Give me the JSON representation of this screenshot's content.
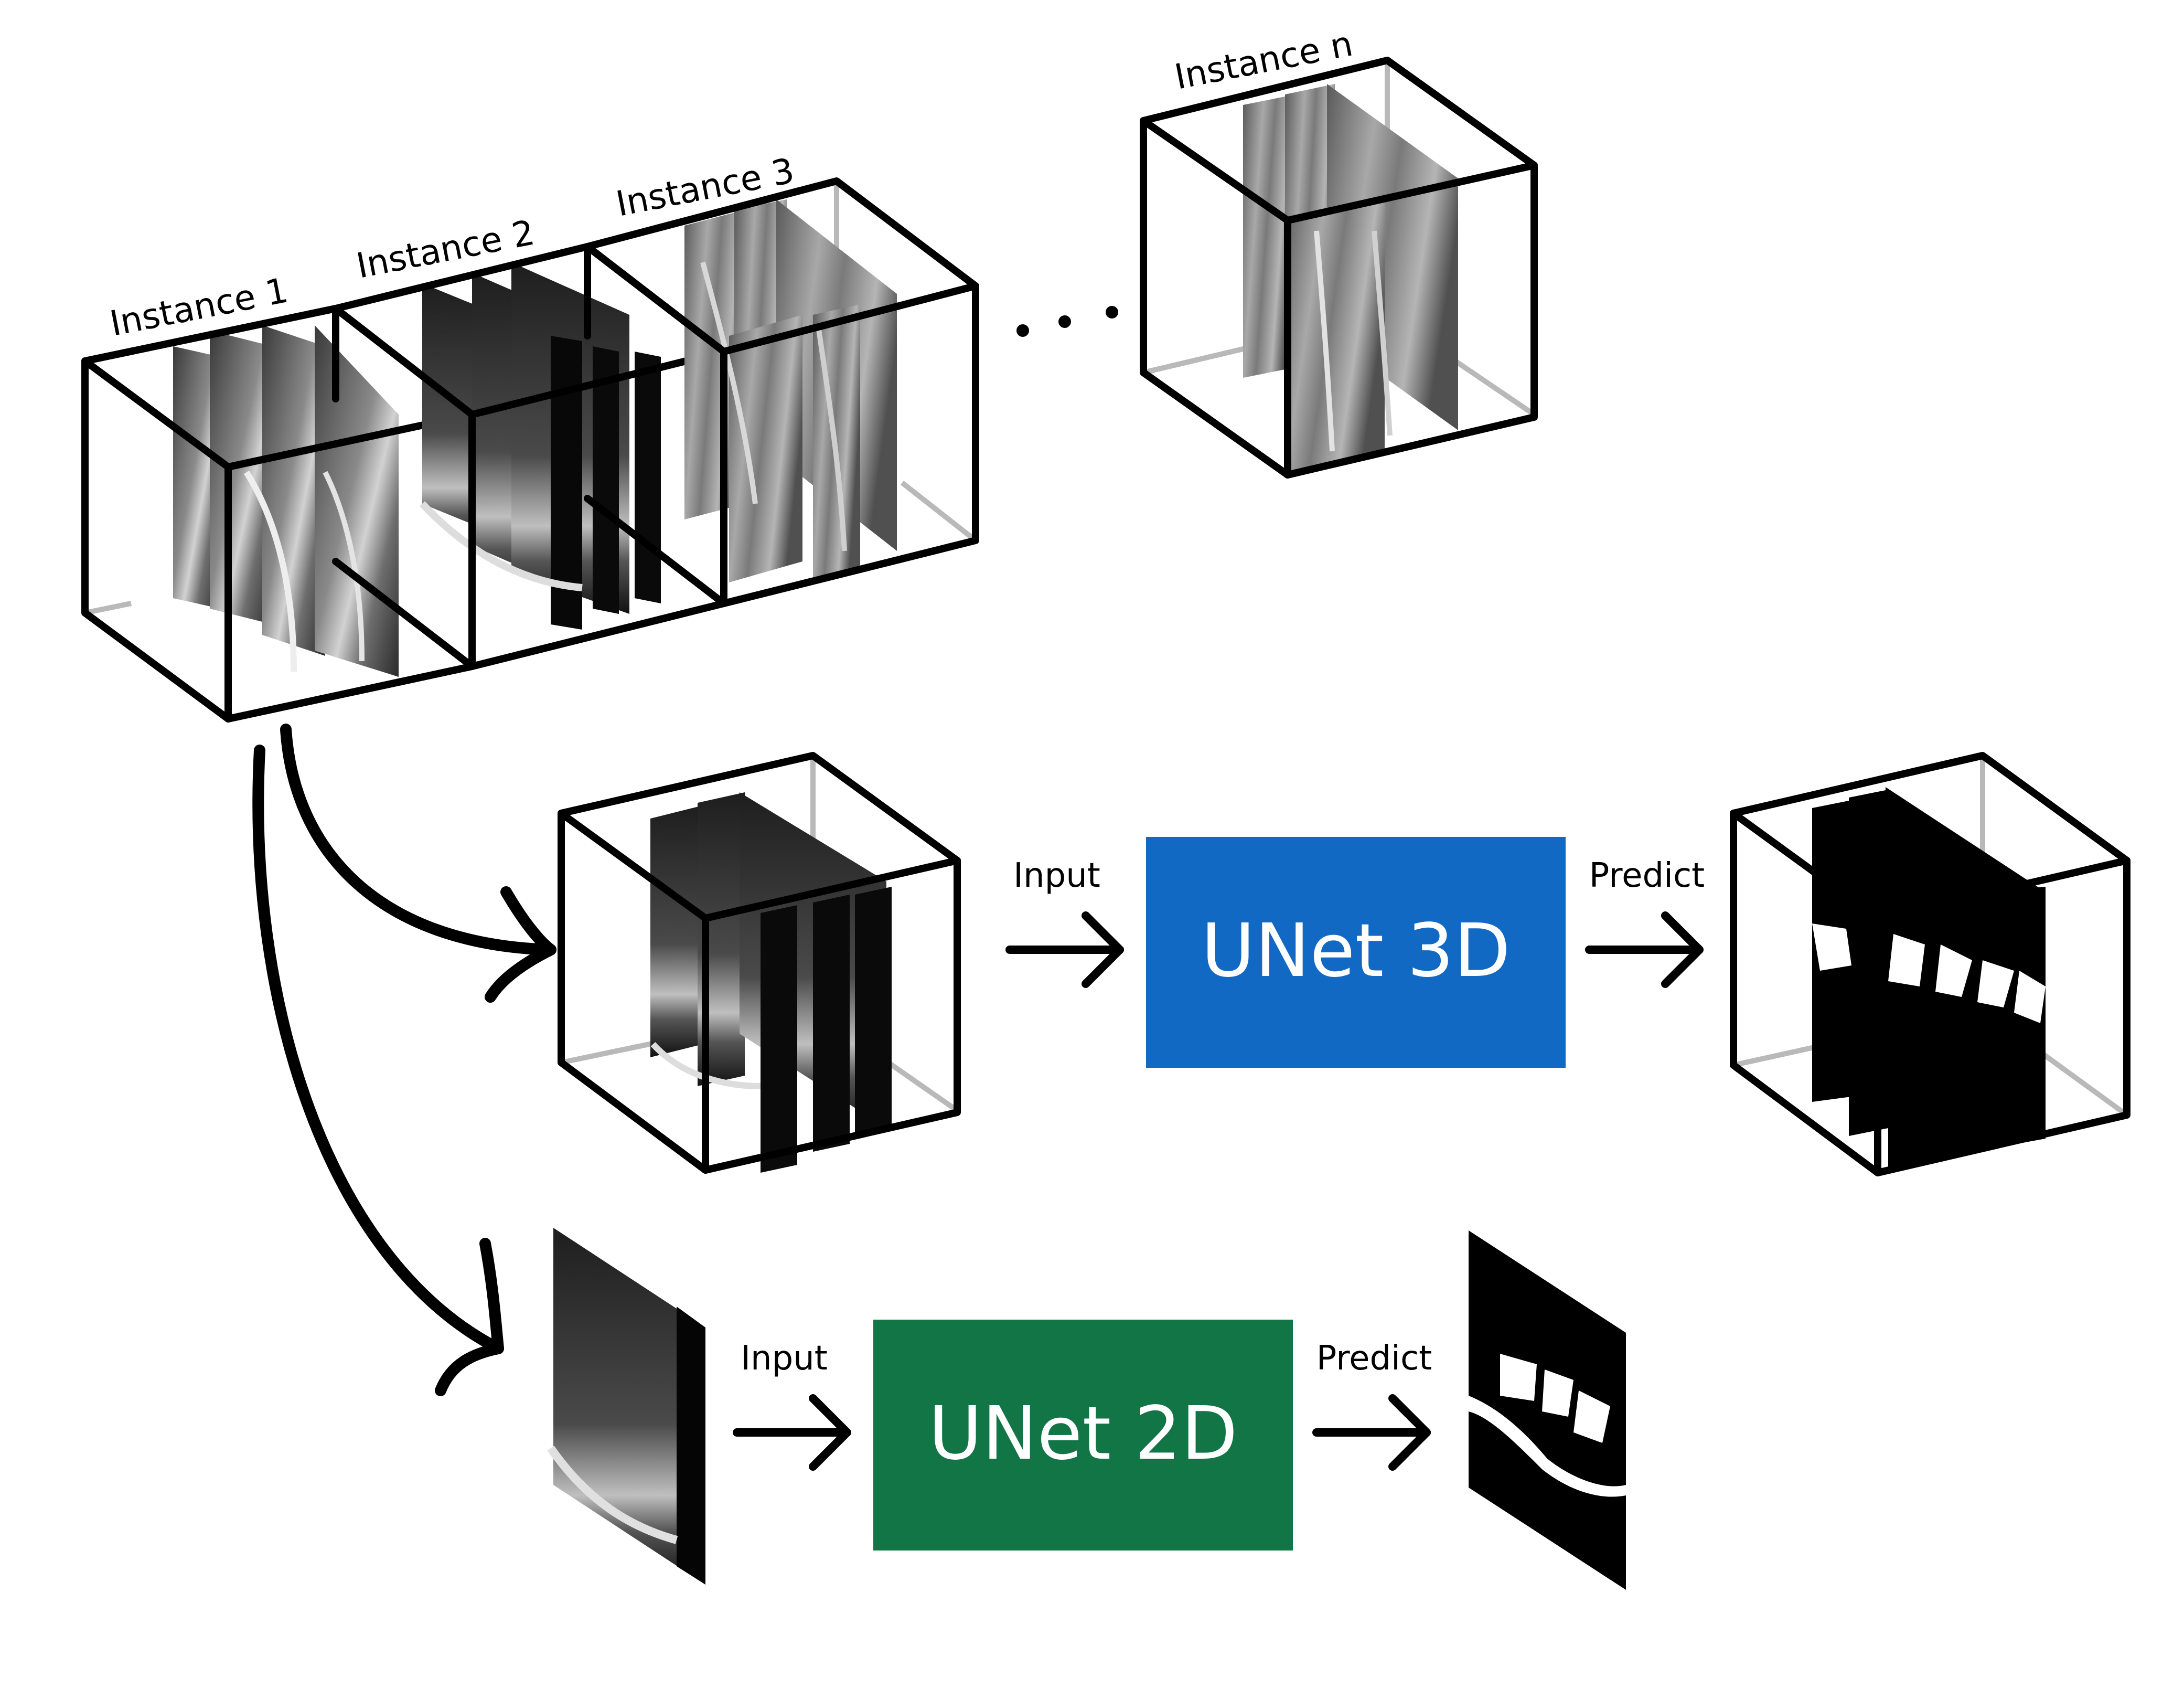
{
  "instances": {
    "instance_1": "Instance 1",
    "instance_2": "Instance 2",
    "instance_3": "Instance 3",
    "instance_n": "Instance n"
  },
  "pipeline_3d": {
    "input_label": "Input",
    "model_label": "UNet 3D",
    "predict_label": "Predict",
    "model_color": "#1269c4"
  },
  "pipeline_2d": {
    "input_label": "Input",
    "model_label": "UNet 2D",
    "predict_label": "Predict",
    "model_color": "#127545"
  }
}
